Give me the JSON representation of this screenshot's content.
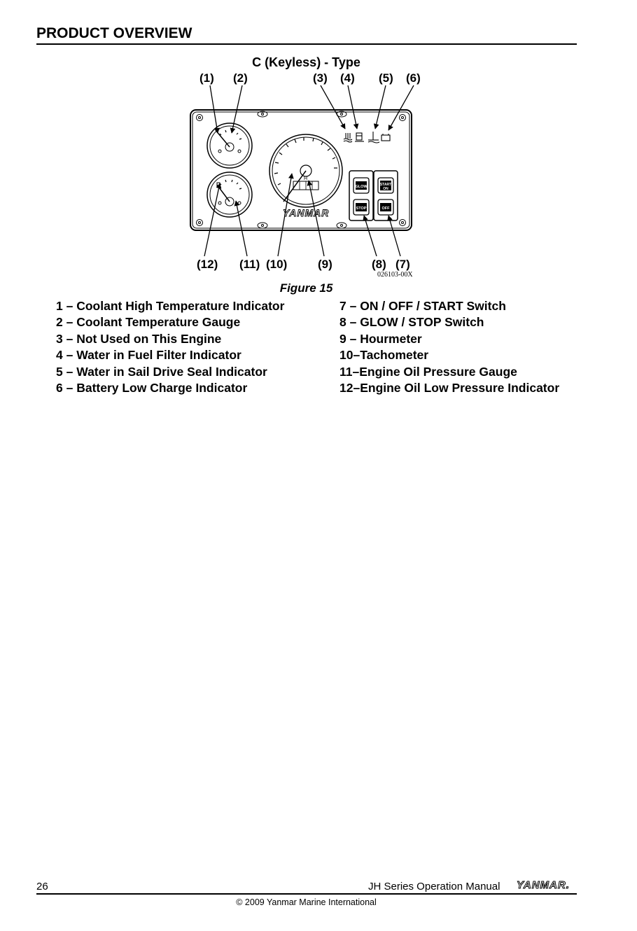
{
  "header": {
    "section_title": "PRODUCT OVERVIEW"
  },
  "figure": {
    "heading": "C (Keyless) - Type",
    "callouts_top": [
      "(1)",
      "(2)",
      "(3)",
      "(4)",
      "(5)",
      "(6)"
    ],
    "callouts_bottom": [
      "(12)",
      "(11)",
      "(10)",
      "(9)",
      "(8)",
      "(7)"
    ],
    "drawing_number": "026103-00X",
    "brand_logo": "YANMAR",
    "switch_labels": {
      "glow": "GLOW",
      "start": "START",
      "on": "ON",
      "stop": "STOP",
      "off": "OFF"
    },
    "hourmeter_letter": "H",
    "caption": "Figure 15"
  },
  "legend": {
    "left": [
      {
        "num": "1 – ",
        "text": "Coolant High Temperature Indicator"
      },
      {
        "num": "2 – ",
        "text": "Coolant Temperature Gauge"
      },
      {
        "num": "3 – ",
        "text": "Not Used on This Engine"
      },
      {
        "num": "4 – ",
        "text": "Water in Fuel Filter Indicator"
      },
      {
        "num": "5 – ",
        "text": "Water in Sail Drive Seal Indicator"
      },
      {
        "num": "6 – ",
        "text": "Battery Low Charge Indicator"
      }
    ],
    "right": [
      {
        "num": "7 – ",
        "text": "ON / OFF / START Switch"
      },
      {
        "num": "8 – ",
        "text": "GLOW / STOP Switch"
      },
      {
        "num": "9 – ",
        "text": "Hourmeter"
      },
      {
        "num": "10–",
        "text": "Tachometer"
      },
      {
        "num": "11–",
        "text": "Engine Oil Pressure Gauge"
      },
      {
        "num": "12–",
        "text": "Engine Oil Low Pressure Indicator"
      }
    ]
  },
  "footer": {
    "page_number": "26",
    "manual_title": "JH Series Operation Manual",
    "logo": "YANMAR.",
    "copyright": "© 2009 Yanmar Marine International"
  }
}
